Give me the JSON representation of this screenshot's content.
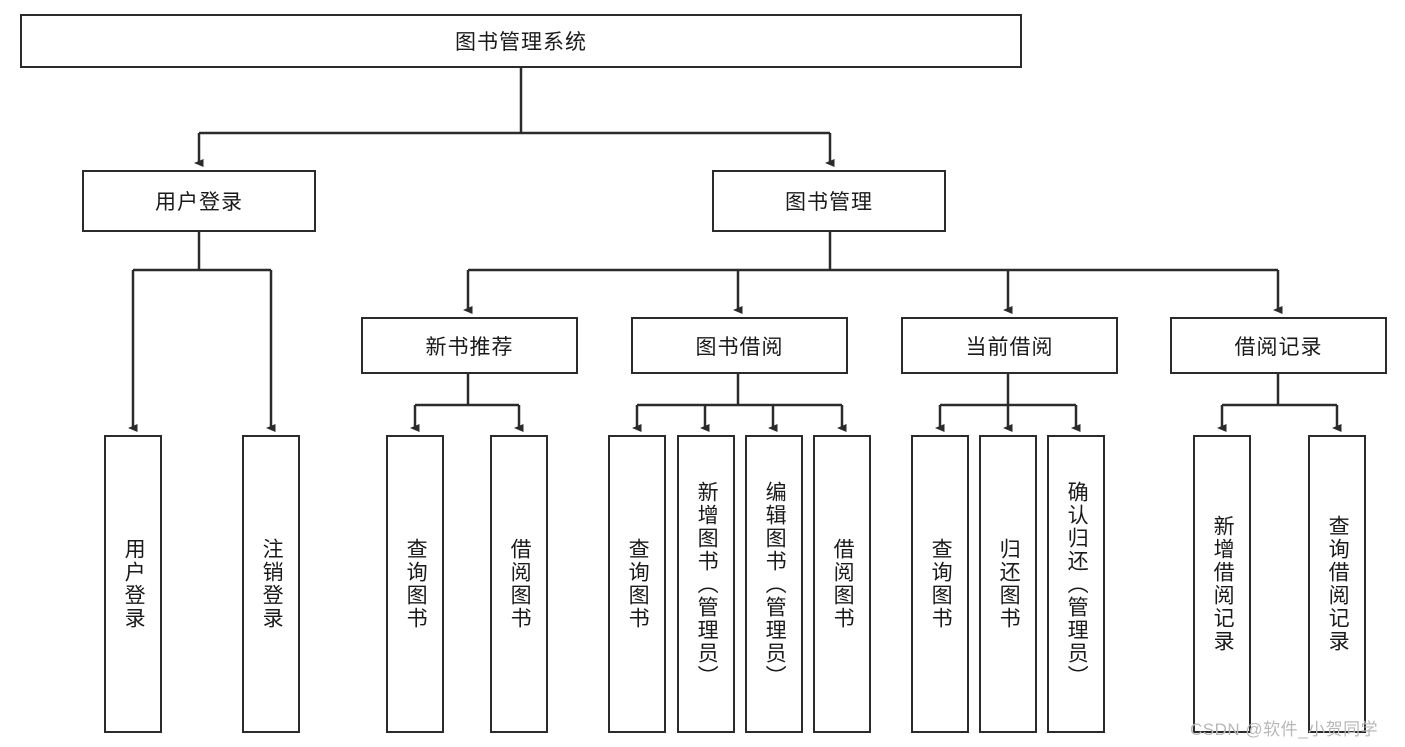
{
  "diagram": {
    "type": "hierarchy-tree",
    "title_node": {
      "label": "图书管理系统"
    },
    "level2": [
      {
        "id": "user-login",
        "label": "用户登录"
      },
      {
        "id": "book-management",
        "label": "图书管理"
      }
    ],
    "level3": [
      {
        "id": "new-book-recommend",
        "label": "新书推荐",
        "parent": "book-management"
      },
      {
        "id": "book-borrow",
        "label": "图书借阅",
        "parent": "book-management"
      },
      {
        "id": "current-borrow",
        "label": "当前借阅",
        "parent": "book-management"
      },
      {
        "id": "borrow-record",
        "label": "借阅记录",
        "parent": "book-management"
      }
    ],
    "leaves": [
      {
        "id": "leaf-user-login",
        "label": "用户登录",
        "parent": "user-login"
      },
      {
        "id": "leaf-user-logout",
        "label": "注销登录",
        "parent": "user-login"
      },
      {
        "id": "leaf-query-book-1",
        "label": "查询图书",
        "parent": "new-book-recommend"
      },
      {
        "id": "leaf-borrow-book-1",
        "label": "借阅图书",
        "parent": "new-book-recommend"
      },
      {
        "id": "leaf-query-book-2",
        "label": "查询图书",
        "parent": "book-borrow"
      },
      {
        "id": "leaf-add-book",
        "label": "新增图书（管理员）",
        "parent": "book-borrow"
      },
      {
        "id": "leaf-edit-book",
        "label": "编辑图书（管理员）",
        "parent": "book-borrow"
      },
      {
        "id": "leaf-borrow-book-2",
        "label": "借阅图书",
        "parent": "book-borrow"
      },
      {
        "id": "leaf-query-book-3",
        "label": "查询图书",
        "parent": "current-borrow"
      },
      {
        "id": "leaf-return-book",
        "label": "归还图书",
        "parent": "current-borrow"
      },
      {
        "id": "leaf-confirm-return",
        "label": "确认归还（管理员）",
        "parent": "current-borrow"
      },
      {
        "id": "leaf-add-record",
        "label": "新增借阅记录",
        "parent": "borrow-record"
      },
      {
        "id": "leaf-query-record",
        "label": "查询借阅记录",
        "parent": "borrow-record"
      }
    ]
  },
  "watermark": {
    "text": "CSDN @软件_小贺同学"
  },
  "colors": {
    "box_border": "#2b2b2b",
    "box_fill": "#ffffff",
    "connector": "#2b2b2b",
    "text": "#1a1a1a",
    "watermark": "#b8b8b8"
  }
}
